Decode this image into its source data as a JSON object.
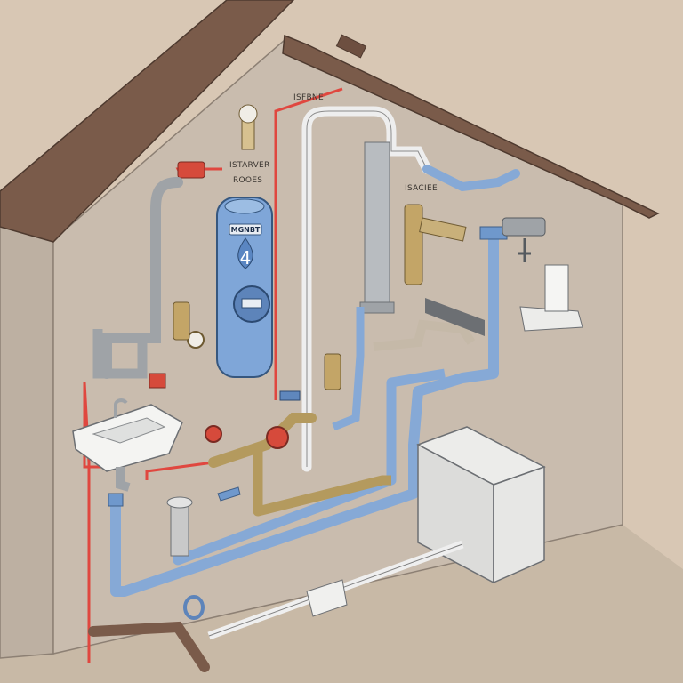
{
  "labels": {
    "supply_label": "ISFBNE",
    "heater_label_1": "ISTARVER",
    "heater_label_2": "ROOES",
    "vent_label": "ISACIEE",
    "meter_badge": "MGNBT",
    "meter_number": "4"
  },
  "colors": {
    "wall": "#c9bcae",
    "wall_side": "#bdb0a2",
    "roof": "#7a5b4a",
    "floor": "#c8b9a6",
    "cold_pipe": "#86a9d6",
    "hot_line": "#e0473f",
    "grey_pipe": "#9fa3a7",
    "white_pipe": "#eeeeee",
    "brass_pipe": "#b49a5e",
    "heater_tank": "#7fa6d8"
  },
  "icons": [
    "water-drop-icon",
    "valve-handle-icon",
    "pressure-gauge-icon",
    "faucet-icon",
    "shower-head-icon"
  ]
}
